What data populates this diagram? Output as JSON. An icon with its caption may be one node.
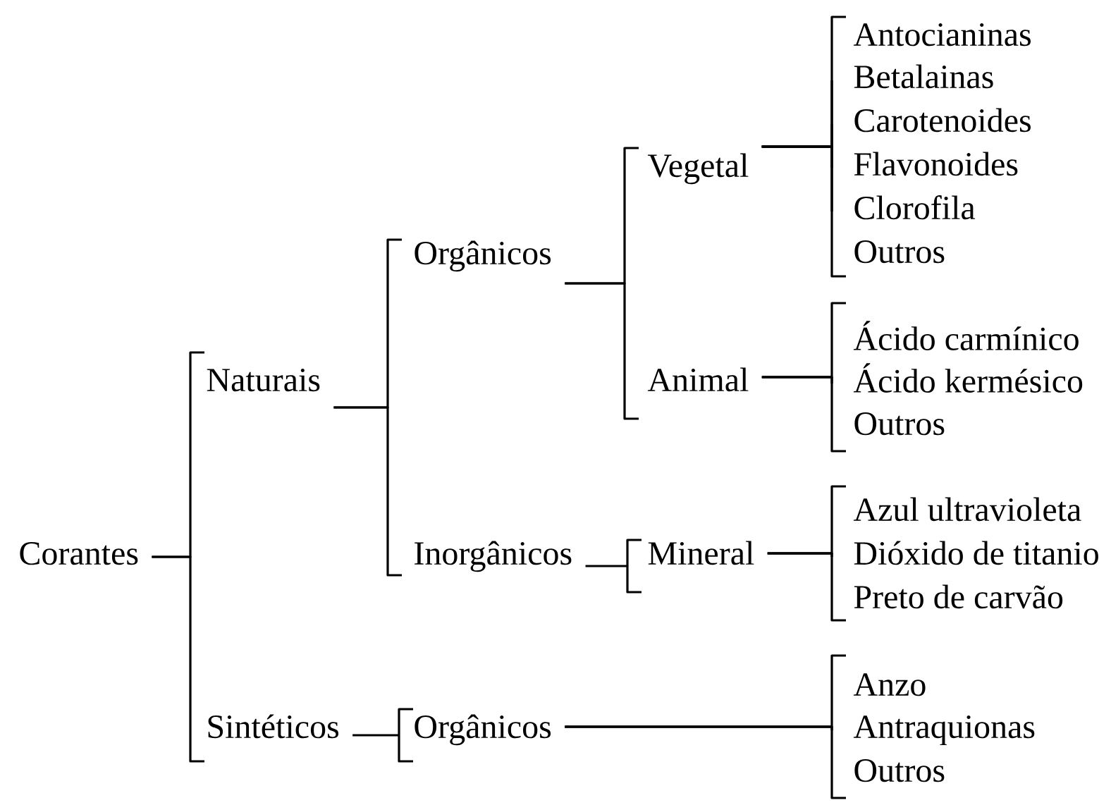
{
  "diagram": {
    "nodes": [
      {
        "text": [
          "Corantes"
        ]
      },
      {
        "text": [
          "Naturais"
        ]
      },
      {
        "text": [
          "Sintéticos"
        ]
      },
      {
        "text": [
          "Orgânicos"
        ]
      },
      {
        "text": [
          "Inorgânicos"
        ]
      },
      {
        "text": [
          "Orgânicos"
        ]
      },
      {
        "text": [
          "Vegetal"
        ]
      },
      {
        "text": [
          "Animal"
        ]
      },
      {
        "text": [
          "Mineral"
        ]
      },
      {
        "text": [
          "Antocianinas"
        ]
      },
      {
        "text": [
          "Betalainas"
        ]
      },
      {
        "text": [
          "Carotenoides"
        ]
      },
      {
        "text": [
          "Flavonoides"
        ]
      },
      {
        "text": [
          "Clorofila"
        ]
      },
      {
        "text": [
          "Outros"
        ]
      },
      {
        "text": [
          "Ácido carmínico"
        ]
      },
      {
        "text": [
          "Ácido kermésico"
        ]
      },
      {
        "text": [
          "Outros"
        ]
      },
      {
        "text": [
          "Azul ultravioleta"
        ]
      },
      {
        "text": [
          "Dióxido de titanio"
        ]
      },
      {
        "text": [
          "Preto de carvão"
        ]
      },
      {
        "text": [
          "Anzo"
        ]
      },
      {
        "text": [
          "Antraquionas"
        ]
      },
      {
        "text": [
          "Outros"
        ]
      }
    ],
    "edges": [
      {
        "from": 0,
        "to": 1,
        "arrow": "none"
      },
      {
        "from": 0,
        "to": 2,
        "arrow": "none"
      },
      {
        "from": 1,
        "to": 3,
        "arrow": "none"
      },
      {
        "from": 1,
        "to": 4,
        "arrow": "none"
      },
      {
        "from": 2,
        "to": 5,
        "arrow": "none"
      },
      {
        "from": 3,
        "to": 6,
        "arrow": "none"
      },
      {
        "from": 3,
        "to": 7,
        "arrow": "none"
      },
      {
        "from": 4,
        "to": 8,
        "arrow": "none"
      },
      {
        "from": 6,
        "to": 9,
        "arrow": "none"
      },
      {
        "from": 6,
        "to": 10,
        "arrow": "none"
      },
      {
        "from": 6,
        "to": 11,
        "arrow": "none"
      },
      {
        "from": 6,
        "to": 12,
        "arrow": "none"
      },
      {
        "from": 6,
        "to": 13,
        "arrow": "none"
      },
      {
        "from": 6,
        "to": 14,
        "arrow": "none"
      },
      {
        "from": 7,
        "to": 15,
        "arrow": "none"
      },
      {
        "from": 7,
        "to": 16,
        "arrow": "none"
      },
      {
        "from": 7,
        "to": 17,
        "arrow": "none"
      },
      {
        "from": 8,
        "to": 18,
        "arrow": "none"
      },
      {
        "from": 8,
        "to": 19,
        "arrow": "none"
      },
      {
        "from": 8,
        "to": 20,
        "arrow": "none"
      },
      {
        "from": 5,
        "to": 21,
        "arrow": "none"
      },
      {
        "from": 5,
        "to": 22,
        "arrow": "none"
      },
      {
        "from": 5,
        "to": 23,
        "arrow": "none"
      }
    ]
  }
}
